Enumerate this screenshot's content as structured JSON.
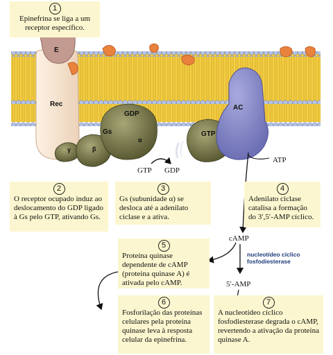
{
  "steps": [
    {
      "num": "1",
      "text": "Epinefrina se liga a um receptor específico."
    },
    {
      "num": "2",
      "text": "O receptor ocupado induz ao deslocamento do GDP ligado à Gs pelo GTP, ativando Gs."
    },
    {
      "num": "3",
      "text": "Gs (subunidade α) se desloca até a adenilato ciclase e a ativa."
    },
    {
      "num": "4",
      "text": "Adenilato ciclase catalisa a formação do 3′,5′-AMP cíclico."
    },
    {
      "num": "5",
      "text": "Proteína quinase dependente de cAMP (proteína quinase A) é ativada pelo cAMP."
    },
    {
      "num": "6",
      "text": "Fosforilação das proteínas celulares pela proteína quinase leva à resposta celular da epinefrina."
    },
    {
      "num": "7",
      "text": "A nucleotídeo cíclico fosfodiesterase degrada o cAMP, revertendo a ativação da proteína quinase A."
    }
  ],
  "molecules": {
    "E": "E",
    "Rec": "Rec",
    "GDP": "GDP",
    "Gs": "Gs",
    "alpha": "α",
    "beta": "β",
    "gamma": "γ",
    "GTP": "GTP",
    "AC": "AC",
    "ATP": "ATP",
    "cAMP": "cAMP",
    "AMP5": "5′-AMP"
  },
  "exchange": {
    "gtp": "GTP",
    "gdp": "GDP"
  },
  "enzyme_label": "nucleotídeo cíclico fosfodiesterase",
  "colors": {
    "box_bg": "#fbf6cf",
    "lipid_head": "#b5c3e3",
    "lipid_tail": "#f2cf45",
    "receptor": "#f8e4cf",
    "gprotein": "#6b6b45",
    "adenylate_cyclase": "#8d8fca",
    "epinephrine_spot": "#e8823c"
  }
}
